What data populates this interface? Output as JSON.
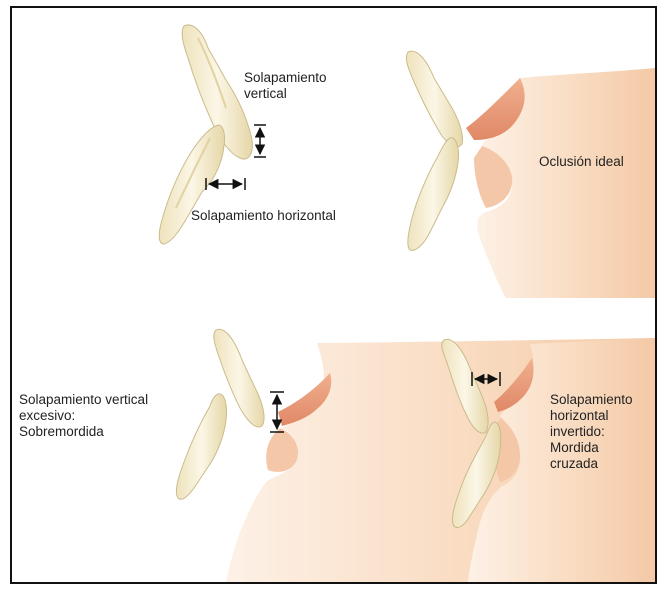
{
  "panels": {
    "top_left": {
      "vertical_label_line1": "Solapamiento",
      "vertical_label_line2": "vertical",
      "horizontal_label": "Solapamiento horizontal"
    },
    "top_right": {
      "label": "Oclusión ideal"
    },
    "bottom_left": {
      "label_line1": "Solapamiento vertical",
      "label_line2": "excesivo:",
      "label_line3": "Sobremordida"
    },
    "bottom_right": {
      "label_line1": "Solapamiento",
      "label_line2": "horizontal",
      "label_line3": "invertido:",
      "label_line4": "Mordida",
      "label_line5": "cruzada"
    }
  },
  "colors": {
    "tooth_fill": "#f6efd6",
    "tooth_shade": "#e3d5a6",
    "tooth_outline": "#c9b98a",
    "skin": "#f8d4b4",
    "skin_light": "#fdebdc",
    "lip": "#e89a78",
    "arrow": "#111111"
  }
}
